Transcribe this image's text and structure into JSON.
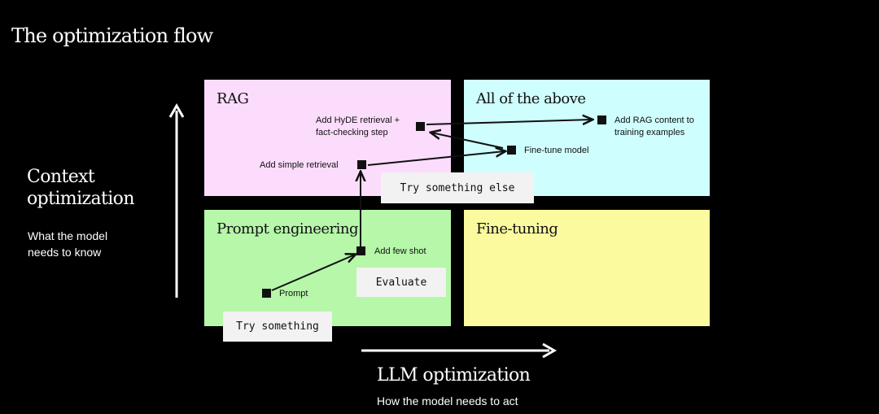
{
  "title": "The optimization flow",
  "y_axis": {
    "title": "Context optimization",
    "subtitle": "What the model needs to know"
  },
  "x_axis": {
    "title": "LLM optimization",
    "subtitle": "How the model needs to act"
  },
  "quadrants": {
    "rag": "RAG",
    "all": "All of the above",
    "prompt": "Prompt engineering",
    "finetuning": "Fine-tuning"
  },
  "nodes": {
    "prompt": "Prompt",
    "few_shot": "Add few shot",
    "simple_retrieval": "Add simple retrieval",
    "hyde_line1": "Add HyDE retrieval +",
    "hyde_line2": "fact-checking step",
    "finetune_model": "Fine-tune model",
    "rag_content_line1": "Add RAG content to",
    "rag_content_line2": "training examples"
  },
  "tags": {
    "try_something": "Try something",
    "evaluate": "Evaluate",
    "try_something_else": "Try something else"
  },
  "colors": {
    "background": "#000000",
    "rag": "#fcdcfc",
    "all_of_the_above": "#cefefe",
    "prompt_engineering": "#b6f7aa",
    "fine_tuning": "#fbfa9f"
  }
}
